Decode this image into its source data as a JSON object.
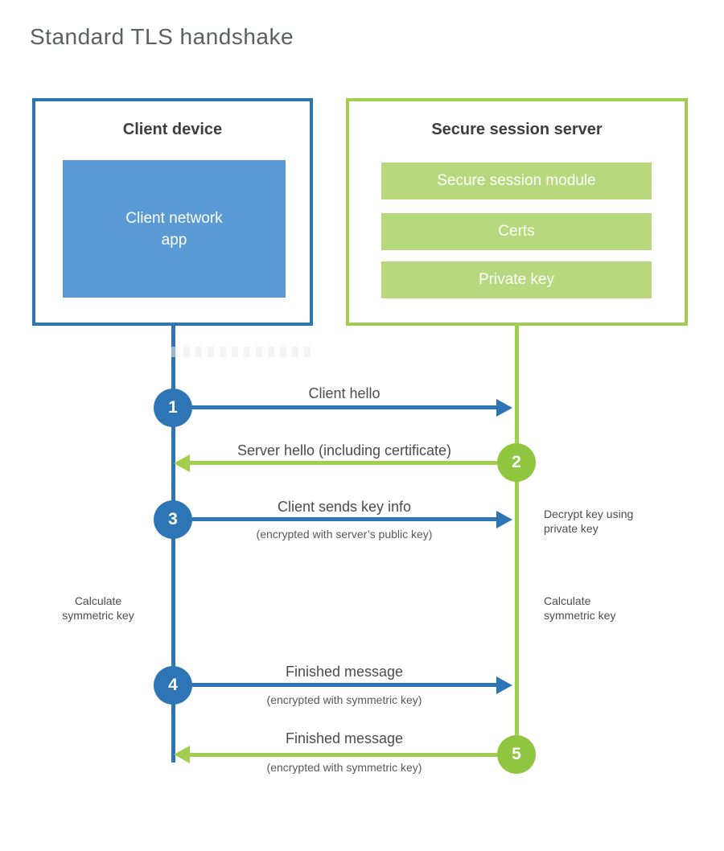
{
  "title": "Standard TLS handshake",
  "client": {
    "title": "Client device",
    "app_lines": [
      "Client network",
      "app"
    ]
  },
  "server": {
    "title": "Secure session server",
    "modules": [
      "Secure session module",
      "Certs",
      "Private key"
    ]
  },
  "steps": [
    {
      "num": "1",
      "label": "Client hello",
      "sub": "",
      "direction": "client-to-server",
      "color": "blue"
    },
    {
      "num": "2",
      "label": "Server hello (including certificate)",
      "sub": "",
      "direction": "server-to-client",
      "color": "green"
    },
    {
      "num": "3",
      "label": "Client sends key info",
      "sub": "(encrypted with server’s public key)",
      "direction": "client-to-server",
      "color": "blue"
    },
    {
      "num": "4",
      "label": "Finished message",
      "sub": "(encrypted with symmetric key)",
      "direction": "client-to-server",
      "color": "blue"
    },
    {
      "num": "5",
      "label": "Finished message",
      "sub": "(encrypted with symmetric key)",
      "direction": "server-to-client",
      "color": "green"
    }
  ],
  "annotations": {
    "decrypt_lines": [
      "Decrypt key using",
      "private key"
    ],
    "calc_left_lines": [
      "Calculate",
      "symmetric key"
    ],
    "calc_right_lines": [
      "Calculate",
      "symmetric key"
    ]
  },
  "colors": {
    "blue": "#2e75b6",
    "blue_fill": "#5b9bd5",
    "green": "#a2cd4e",
    "green_circle": "#90c63f",
    "green_fill": "#b7d87c",
    "heading_text": "#3d3d3d",
    "label_text": "#4c4c4c",
    "small_text": "#585858",
    "title_text": "#5b5f62"
  }
}
